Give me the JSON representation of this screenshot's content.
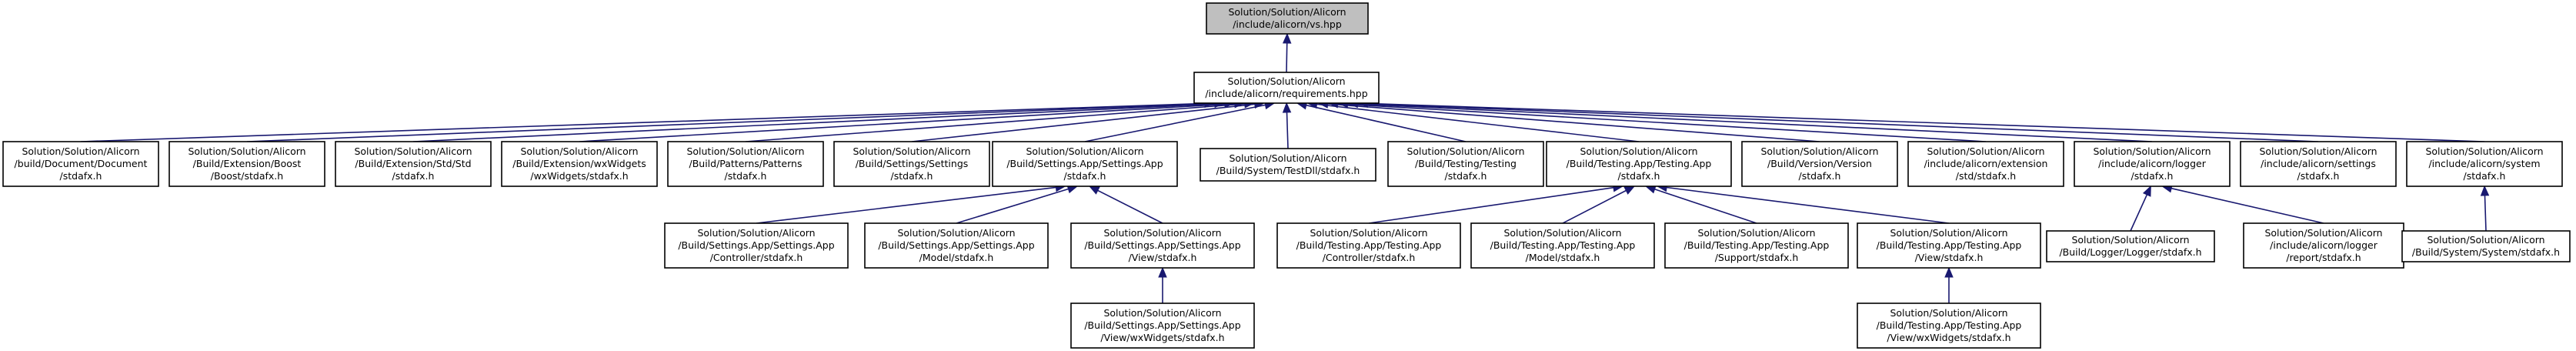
{
  "diagram": {
    "type": "include-dependency-graph",
    "colors": {
      "edge": "#191970",
      "root_fill": "#bfbfbf",
      "node_fill": "#ffffff",
      "border": "#000000"
    },
    "nodes": [
      {
        "id": "vs",
        "lines": [
          "Solution/Solution/Alicorn",
          "/include/alicorn/vs.hpp"
        ],
        "root": true
      },
      {
        "id": "req",
        "lines": [
          "Solution/Solution/Alicorn",
          "/include/alicorn/requirements.hpp"
        ]
      },
      {
        "id": "doc",
        "lines": [
          "Solution/Solution/Alicorn",
          "/build/Document/Document",
          "/stdafx.h"
        ]
      },
      {
        "id": "boost",
        "lines": [
          "Solution/Solution/Alicorn",
          "/Build/Extension/Boost",
          "/Boost/stdafx.h"
        ]
      },
      {
        "id": "std",
        "lines": [
          "Solution/Solution/Alicorn",
          "/Build/Extension/Std/Std",
          "/stdafx.h"
        ]
      },
      {
        "id": "wx",
        "lines": [
          "Solution/Solution/Alicorn",
          "/Build/Extension/wxWidgets",
          "/wxWidgets/stdafx.h"
        ]
      },
      {
        "id": "patterns",
        "lines": [
          "Solution/Solution/Alicorn",
          "/Build/Patterns/Patterns",
          "/stdafx.h"
        ]
      },
      {
        "id": "settings",
        "lines": [
          "Solution/Solution/Alicorn",
          "/Build/Settings/Settings",
          "/stdafx.h"
        ]
      },
      {
        "id": "settingsapp",
        "lines": [
          "Solution/Solution/Alicorn",
          "/Build/Settings.App/Settings.App",
          "/stdafx.h"
        ]
      },
      {
        "id": "testdll",
        "lines": [
          "Solution/Solution/Alicorn",
          "/Build/System/TestDll/stdafx.h"
        ]
      },
      {
        "id": "testing",
        "lines": [
          "Solution/Solution/Alicorn",
          "/Build/Testing/Testing",
          "/stdafx.h"
        ]
      },
      {
        "id": "testingapp",
        "lines": [
          "Solution/Solution/Alicorn",
          "/Build/Testing.App/Testing.App",
          "/stdafx.h"
        ]
      },
      {
        "id": "version",
        "lines": [
          "Solution/Solution/Alicorn",
          "/Build/Version/Version",
          "/stdafx.h"
        ]
      },
      {
        "id": "ext",
        "lines": [
          "Solution/Solution/Alicorn",
          "/include/alicorn/extension",
          "/std/stdafx.h"
        ]
      },
      {
        "id": "logger",
        "lines": [
          "Solution/Solution/Alicorn",
          "/include/alicorn/logger",
          "/stdafx.h"
        ]
      },
      {
        "id": "incsettings",
        "lines": [
          "Solution/Solution/Alicorn",
          "/include/alicorn/settings",
          "/stdafx.h"
        ]
      },
      {
        "id": "incsystem",
        "lines": [
          "Solution/Solution/Alicorn",
          "/include/alicorn/system",
          "/stdafx.h"
        ]
      },
      {
        "id": "sa_ctrl",
        "lines": [
          "Solution/Solution/Alicorn",
          "/Build/Settings.App/Settings.App",
          "/Controller/stdafx.h"
        ]
      },
      {
        "id": "sa_model",
        "lines": [
          "Solution/Solution/Alicorn",
          "/Build/Settings.App/Settings.App",
          "/Model/stdafx.h"
        ]
      },
      {
        "id": "sa_view",
        "lines": [
          "Solution/Solution/Alicorn",
          "/Build/Settings.App/Settings.App",
          "/View/stdafx.h"
        ]
      },
      {
        "id": "ta_ctrl",
        "lines": [
          "Solution/Solution/Alicorn",
          "/Build/Testing.App/Testing.App",
          "/Controller/stdafx.h"
        ]
      },
      {
        "id": "ta_model",
        "lines": [
          "Solution/Solution/Alicorn",
          "/Build/Testing.App/Testing.App",
          "/Model/stdafx.h"
        ]
      },
      {
        "id": "ta_support",
        "lines": [
          "Solution/Solution/Alicorn",
          "/Build/Testing.App/Testing.App",
          "/Support/stdafx.h"
        ]
      },
      {
        "id": "ta_view",
        "lines": [
          "Solution/Solution/Alicorn",
          "/Build/Testing.App/Testing.App",
          "/View/stdafx.h"
        ]
      },
      {
        "id": "logger_logger",
        "lines": [
          "Solution/Solution/Alicorn",
          "/Build/Logger/Logger/stdafx.h"
        ]
      },
      {
        "id": "logger_report",
        "lines": [
          "Solution/Solution/Alicorn",
          "/include/alicorn/logger",
          "/report/stdafx.h"
        ]
      },
      {
        "id": "system_system",
        "lines": [
          "Solution/Solution/Alicorn",
          "/Build/System/System/stdafx.h"
        ]
      },
      {
        "id": "sa_view_wx",
        "lines": [
          "Solution/Solution/Alicorn",
          "/Build/Settings.App/Settings.App",
          "/View/wxWidgets/stdafx.h"
        ]
      },
      {
        "id": "ta_view_wx",
        "lines": [
          "Solution/Solution/Alicorn",
          "/Build/Testing.App/Testing.App",
          "/View/wxWidgets/stdafx.h"
        ]
      }
    ],
    "edges": [
      {
        "from": "req",
        "to": "vs"
      },
      {
        "from": "doc",
        "to": "req"
      },
      {
        "from": "boost",
        "to": "req"
      },
      {
        "from": "std",
        "to": "req"
      },
      {
        "from": "wx",
        "to": "req"
      },
      {
        "from": "patterns",
        "to": "req"
      },
      {
        "from": "settings",
        "to": "req"
      },
      {
        "from": "settingsapp",
        "to": "req"
      },
      {
        "from": "testdll",
        "to": "req"
      },
      {
        "from": "testing",
        "to": "req"
      },
      {
        "from": "testingapp",
        "to": "req"
      },
      {
        "from": "version",
        "to": "req"
      },
      {
        "from": "ext",
        "to": "req"
      },
      {
        "from": "logger",
        "to": "req"
      },
      {
        "from": "incsettings",
        "to": "req"
      },
      {
        "from": "incsystem",
        "to": "req"
      },
      {
        "from": "sa_ctrl",
        "to": "settingsapp"
      },
      {
        "from": "sa_model",
        "to": "settingsapp"
      },
      {
        "from": "sa_view",
        "to": "settingsapp"
      },
      {
        "from": "sa_view_wx",
        "to": "sa_view"
      },
      {
        "from": "ta_ctrl",
        "to": "testingapp"
      },
      {
        "from": "ta_model",
        "to": "testingapp"
      },
      {
        "from": "ta_support",
        "to": "testingapp"
      },
      {
        "from": "ta_view",
        "to": "testingapp"
      },
      {
        "from": "ta_view_wx",
        "to": "ta_view"
      },
      {
        "from": "logger_logger",
        "to": "logger"
      },
      {
        "from": "logger_report",
        "to": "logger"
      },
      {
        "from": "system_system",
        "to": "incsystem"
      }
    ]
  }
}
